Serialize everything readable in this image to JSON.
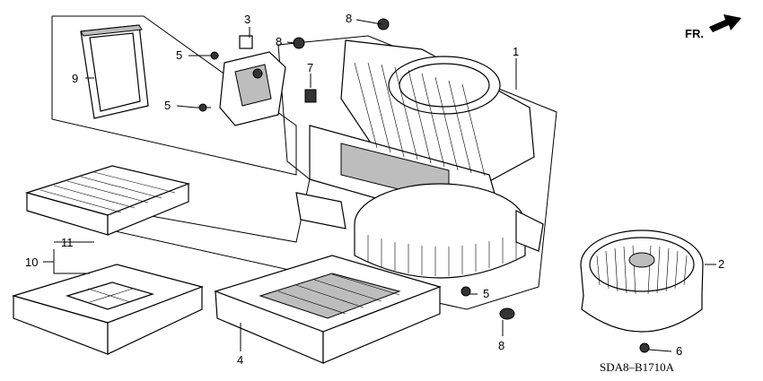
{
  "direction_label": "FR.",
  "diagram_code": "SDA8–B1710A",
  "callouts": {
    "c1": "1",
    "c2": "2",
    "c3": "3",
    "c4": "4",
    "c5a": "5",
    "c5b": "5",
    "c5c": "5",
    "c6": "6",
    "c7": "7",
    "c8a": "8",
    "c8b": "8",
    "c8c": "8",
    "c9": "9",
    "c10": "10",
    "c11": "11"
  },
  "colors": {
    "line": "#000000",
    "shade": "#bdbdbd",
    "background": "#ffffff"
  },
  "icons": {
    "direction": "forward-arrow-icon"
  }
}
